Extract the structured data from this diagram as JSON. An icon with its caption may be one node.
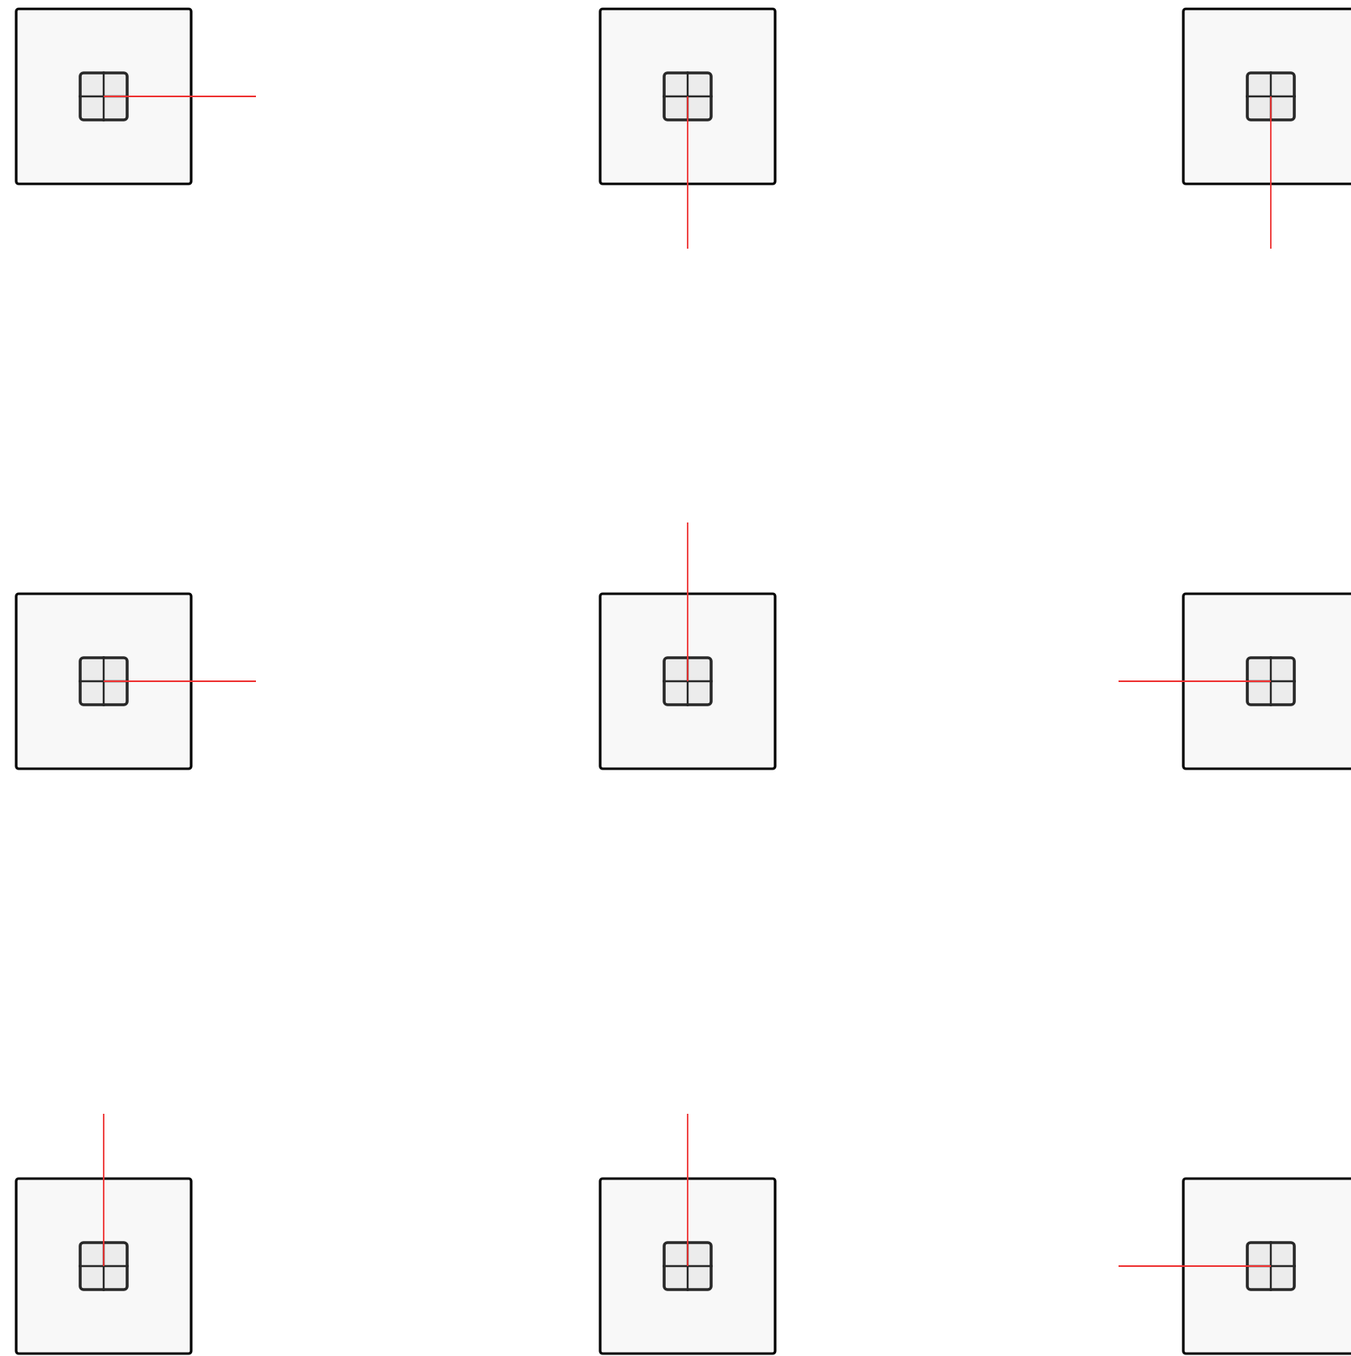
{
  "diagram": {
    "nodes": [
      {
        "text": [],
        "shape": "box"
      },
      {
        "text": [],
        "shape": "box",
        "in": 0
      },
      {
        "text": [],
        "shape": "box"
      },
      {
        "text": [],
        "shape": "box",
        "in": 2
      },
      {
        "text": [],
        "shape": "box"
      },
      {
        "text": [],
        "shape": "box",
        "in": 4
      },
      {
        "text": [],
        "shape": "box"
      },
      {
        "text": [],
        "shape": "box",
        "in": 6
      },
      {
        "text": [],
        "shape": "box"
      },
      {
        "text": [],
        "shape": "box",
        "in": 8
      },
      {
        "text": [],
        "shape": "box"
      },
      {
        "text": [],
        "shape": "box",
        "in": 10
      },
      {
        "text": [],
        "shape": "box"
      },
      {
        "text": [],
        "shape": "box",
        "in": 12
      },
      {
        "text": [],
        "shape": "box"
      },
      {
        "text": [],
        "shape": "box",
        "in": 14
      },
      {
        "text": [],
        "shape": "box"
      },
      {
        "text": [],
        "shape": "box",
        "in": 16
      }
    ],
    "edges": [
      {
        "from": 1,
        "to": null,
        "arrow": "none"
      },
      {
        "from": 3,
        "to": null,
        "arrow": "none"
      },
      {
        "from": 5,
        "to": null,
        "arrow": "none"
      },
      {
        "from": 7,
        "to": null,
        "arrow": "none"
      },
      {
        "from": 9,
        "to": null,
        "arrow": "none"
      },
      {
        "from": 11,
        "to": null,
        "arrow": "none"
      },
      {
        "from": 13,
        "to": null,
        "arrow": "none"
      },
      {
        "from": 15,
        "to": null,
        "arrow": "none"
      },
      {
        "from": 17,
        "to": null,
        "arrow": "none"
      }
    ]
  }
}
